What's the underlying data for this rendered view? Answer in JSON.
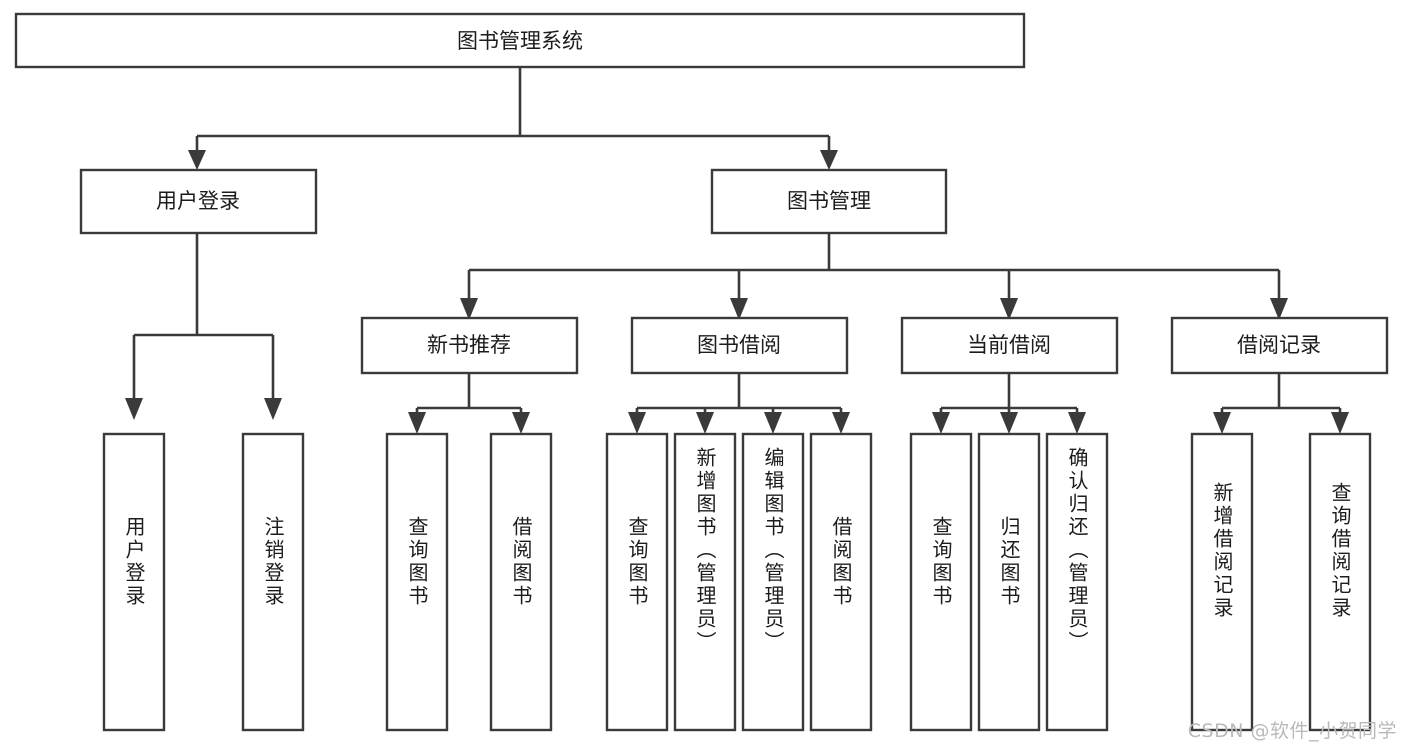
{
  "diagram": {
    "type": "tree-hierarchy-chart",
    "title": "图书管理系统",
    "orientation": "top-down",
    "colors": {
      "box_stroke": "#3a3a3a",
      "box_fill": "#ffffff",
      "connector": "#3a3a3a",
      "text": "#1c1c1c",
      "background": "#ffffff",
      "watermark": "#b9b9b9"
    }
  },
  "root": {
    "label": "图书管理系统"
  },
  "level1": [
    {
      "label": "用户登录"
    },
    {
      "label": "图书管理"
    }
  ],
  "level2": [
    {
      "label": "新书推荐"
    },
    {
      "label": "图书借阅"
    },
    {
      "label": "当前借阅"
    },
    {
      "label": "借阅记录"
    }
  ],
  "leaves": {
    "user_login": [
      {
        "label": "用户登录"
      },
      {
        "label": "注销登录"
      }
    ],
    "new_book_recommend": [
      {
        "label": "查询图书"
      },
      {
        "label": "借阅图书"
      }
    ],
    "book_borrow": [
      {
        "label": "查询图书"
      },
      {
        "label": "新增图书（管理员）"
      },
      {
        "label": "编辑图书（管理员）"
      },
      {
        "label": "借阅图书"
      }
    ],
    "current_borrow": [
      {
        "label": "查询图书"
      },
      {
        "label": "归还图书"
      },
      {
        "label": "确认归还（管理员）"
      }
    ],
    "borrow_record": [
      {
        "label": "新增借阅记录"
      },
      {
        "label": "查询借阅记录"
      }
    ]
  },
  "watermark": {
    "text": "CSDN @软件_小贺同学"
  }
}
